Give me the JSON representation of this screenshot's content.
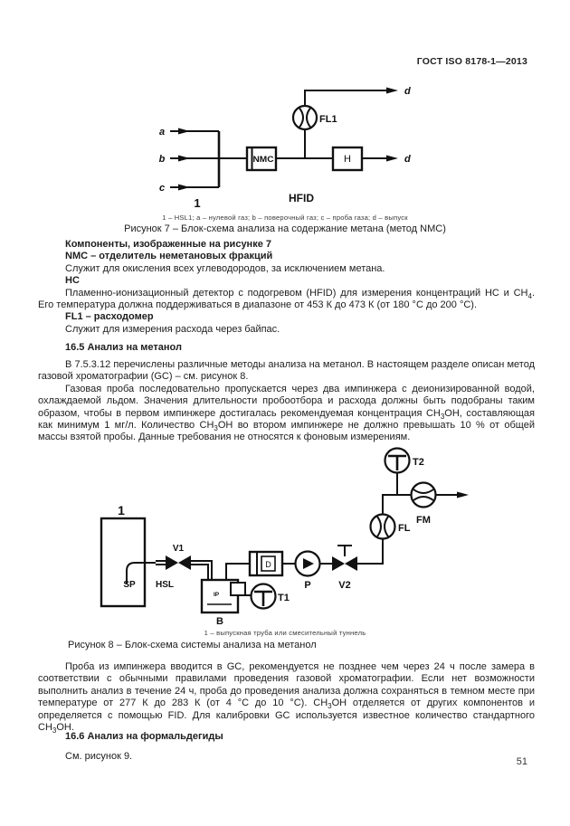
{
  "header": {
    "doc_number": "ГОСТ ISO 8178-1—2013"
  },
  "figure7": {
    "labels": {
      "input_a": "a",
      "input_b": "b",
      "input_c": "c",
      "outlet_top": "d",
      "outlet_right": "d",
      "line_ref": "1",
      "nmc": "NMC",
      "h": "H",
      "fl1": "FL1",
      "hfid": "HFID"
    },
    "legend": "1 – HSL1; a – нулевой газ; b – поверочный газ; c – проба газа; d – выпуск",
    "caption": "Рисунок 7 – Блок-схема анализа на содержание метана (метод NMC)"
  },
  "components7": {
    "title": "Компоненты, изображенные на рисунке 7",
    "nmc_term": "NMC – отделитель неметановых фракций",
    "nmc_desc": "Служит для окисления всех углеводородов, за исключением метана.",
    "hc_term": "НС",
    "hc_desc": "Пламенно-ионизационный детектор с подогревом (HFID) для измерения концентраций НС и CH4. Его температура должна поддерживаться в диапазоне от 453 К до 473 К (от 180 °С до 200 °С).",
    "fl1_term": "FL1 – расходомер",
    "fl1_desc": "Служит для измерения расхода через байпас."
  },
  "section165": {
    "heading": "16.5 Анализ на метанол",
    "para1": "В 7.5.3.12 перечислены различные методы анализа на метанол. В настоящем разделе описан метод газовой хроматографии (GC) – см. рисунок 8.",
    "para2": "Газовая проба последовательно пропускается через два импинжера с деионизированной водой, охлаждаемой льдом. Значения длительности пробоотбора и расхода должны быть подобраны таким образом, чтобы в первом импинжере достигалась рекомендуемая концентрация CH3OH, составляющая как минимум 1 мг/л. Количество CH3OH во втором импинжере не должно превышать 10 % от общей массы взятой пробы. Данные требования не относятся к фоновым измерениям."
  },
  "figure8": {
    "labels": {
      "tunnel": "1",
      "sp": "SP",
      "hsl": "HSL",
      "v1": "V1",
      "bath": "B",
      "impinger": "IP",
      "dryer": "D",
      "pump": "P",
      "v2": "V2",
      "t1": "T1",
      "t2": "T2",
      "fl": "FL",
      "fm": "FM"
    },
    "legend": "1 – выпускная труба или смесительный туннель",
    "caption": "Рисунок 8 – Блок-схема системы анализа на метанол"
  },
  "section165_cont": {
    "para": "Проба из импинжера вводится в GC, рекомендуется не позднее чем через 24 ч после замера в соответствии с обычными правилами проведения газовой хроматографии. Если нет возможности выполнить анализ в течение 24 ч, проба до проведения анализа должна сохраняться в темном месте при температуре от 277 К до 283 К (от 4 °С до 10 °С). CH3OH отделяется от других компонентов и определяется с помощью FID. Для калибровки GC используется известное количество стандартного CH3OH."
  },
  "section166": {
    "heading": "16.6 Анализ на формальдегиды",
    "para": "См. рисунок 9."
  },
  "page": {
    "number": "51"
  }
}
